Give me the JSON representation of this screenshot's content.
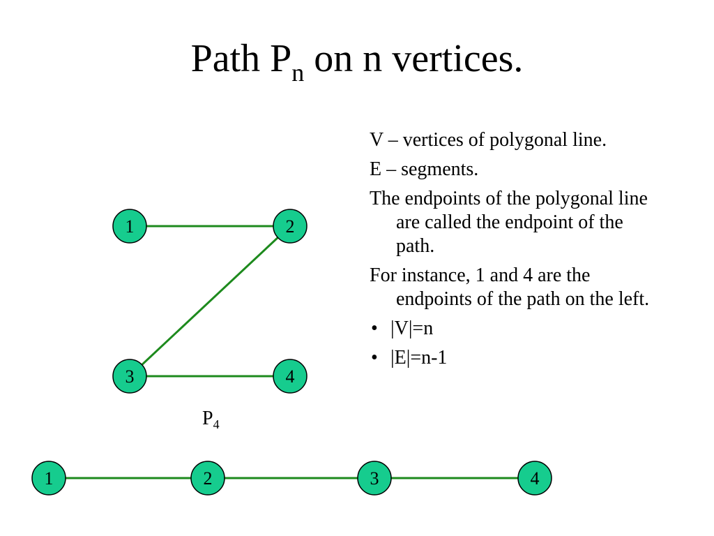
{
  "title": {
    "main": "Path P",
    "sub": "n",
    "rest": " on n vertices."
  },
  "colors": {
    "node_fill": "#16cc8e",
    "edge": "#1d8a1d",
    "stroke": "#000000"
  },
  "text_panel": {
    "paragraphs": [
      "V – vertices of polygonal line.",
      "E – segments.",
      "The endpoints of the polygonal line are called the endpoint of the path.",
      "For instance, 1 and 4 are the endpoints of the path on the left."
    ],
    "bullets": [
      "|V|=n",
      "|E|=n-1"
    ],
    "bullet_symbol": "•"
  },
  "p4_graph": {
    "caption_main": "P",
    "caption_sub": "4",
    "vertices": [
      "1",
      "2",
      "3",
      "4"
    ],
    "edges": [
      [
        "1",
        "2"
      ],
      [
        "2",
        "3"
      ],
      [
        "3",
        "4"
      ]
    ]
  },
  "line_graph": {
    "vertices": [
      "1",
      "2",
      "3",
      "4"
    ],
    "edges": [
      [
        "1",
        "2"
      ],
      [
        "2",
        "3"
      ],
      [
        "3",
        "4"
      ]
    ]
  }
}
